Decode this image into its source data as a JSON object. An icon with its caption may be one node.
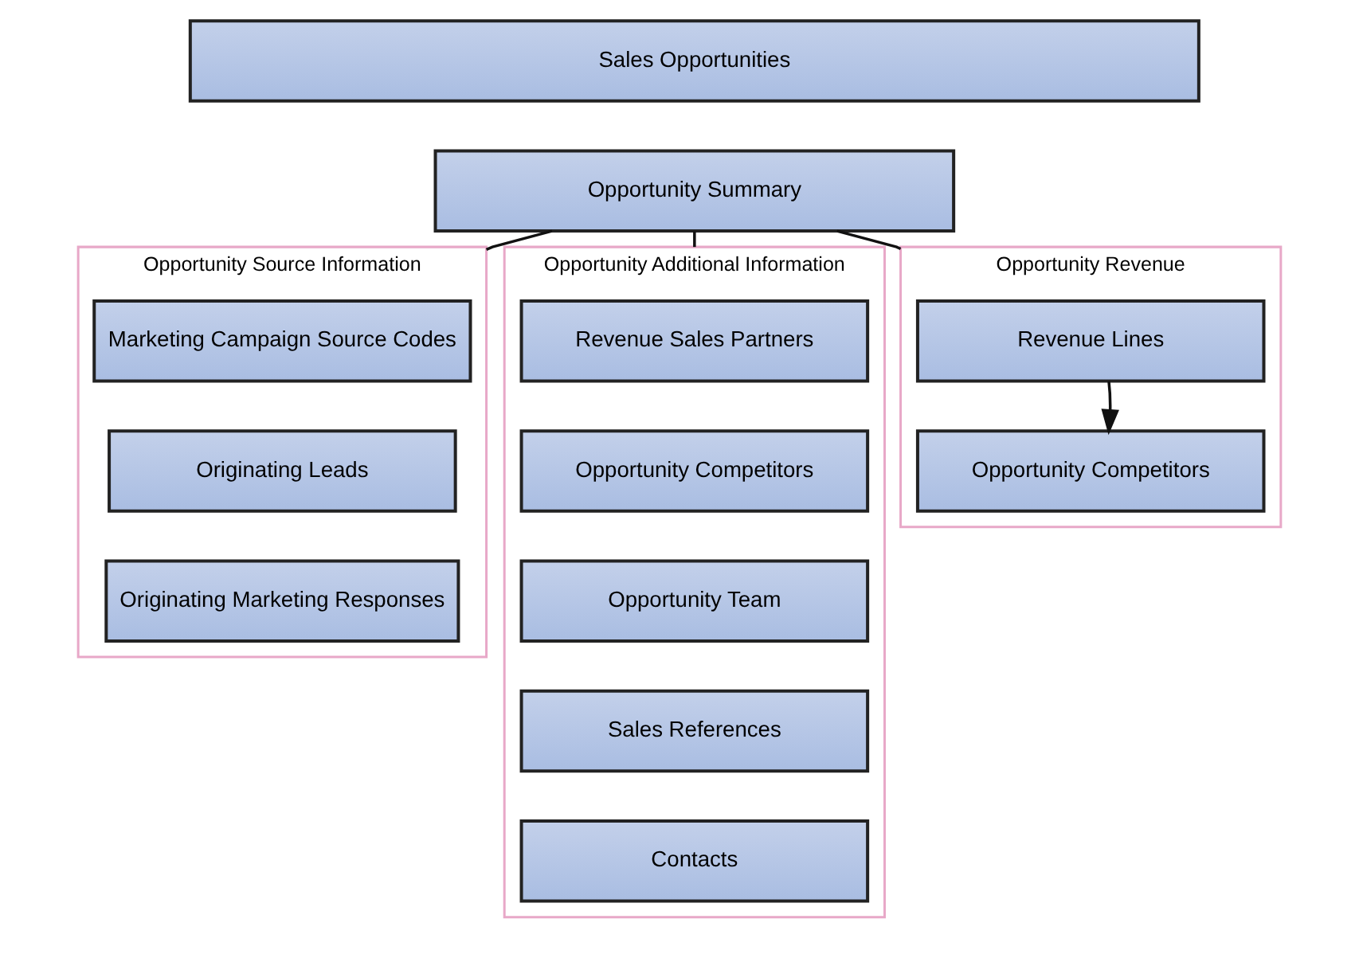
{
  "diagram": {
    "nodes": [
      {
        "text": [
          "Sales Opportunities"
        ]
      },
      {
        "text": [
          "Opportunity Summary"
        ]
      },
      {
        "text": [
          "Opportunity Source Information"
        ]
      },
      {
        "text": [
          "Marketing Campaign Source Codes"
        ],
        "in": 2
      },
      {
        "text": [
          "Originating Leads"
        ],
        "in": 2
      },
      {
        "text": [
          "Originating Marketing Responses"
        ],
        "in": 2
      },
      {
        "text": [
          "Opportunity Additional Information"
        ]
      },
      {
        "text": [
          "Revenue Sales Partners"
        ],
        "in": 6
      },
      {
        "text": [
          "Opportunity Competitors"
        ],
        "in": 6
      },
      {
        "text": [
          "Opportunity Team"
        ],
        "in": 6
      },
      {
        "text": [
          "Sales References"
        ],
        "in": 6
      },
      {
        "text": [
          "Contacts"
        ],
        "in": 6
      },
      {
        "text": [
          "Opportunity Revenue"
        ]
      },
      {
        "text": [
          "Revenue Lines"
        ],
        "in": 12
      },
      {
        "text": [
          "Opportunity Competitors"
        ],
        "in": 12
      }
    ],
    "edges": [
      {
        "from": 1,
        "to": 2,
        "arrow": "none"
      },
      {
        "from": 1,
        "to": 6,
        "arrow": "none"
      },
      {
        "from": 1,
        "to": 12,
        "arrow": "none"
      },
      {
        "from": 13,
        "to": 14,
        "arrow": "to"
      }
    ]
  }
}
